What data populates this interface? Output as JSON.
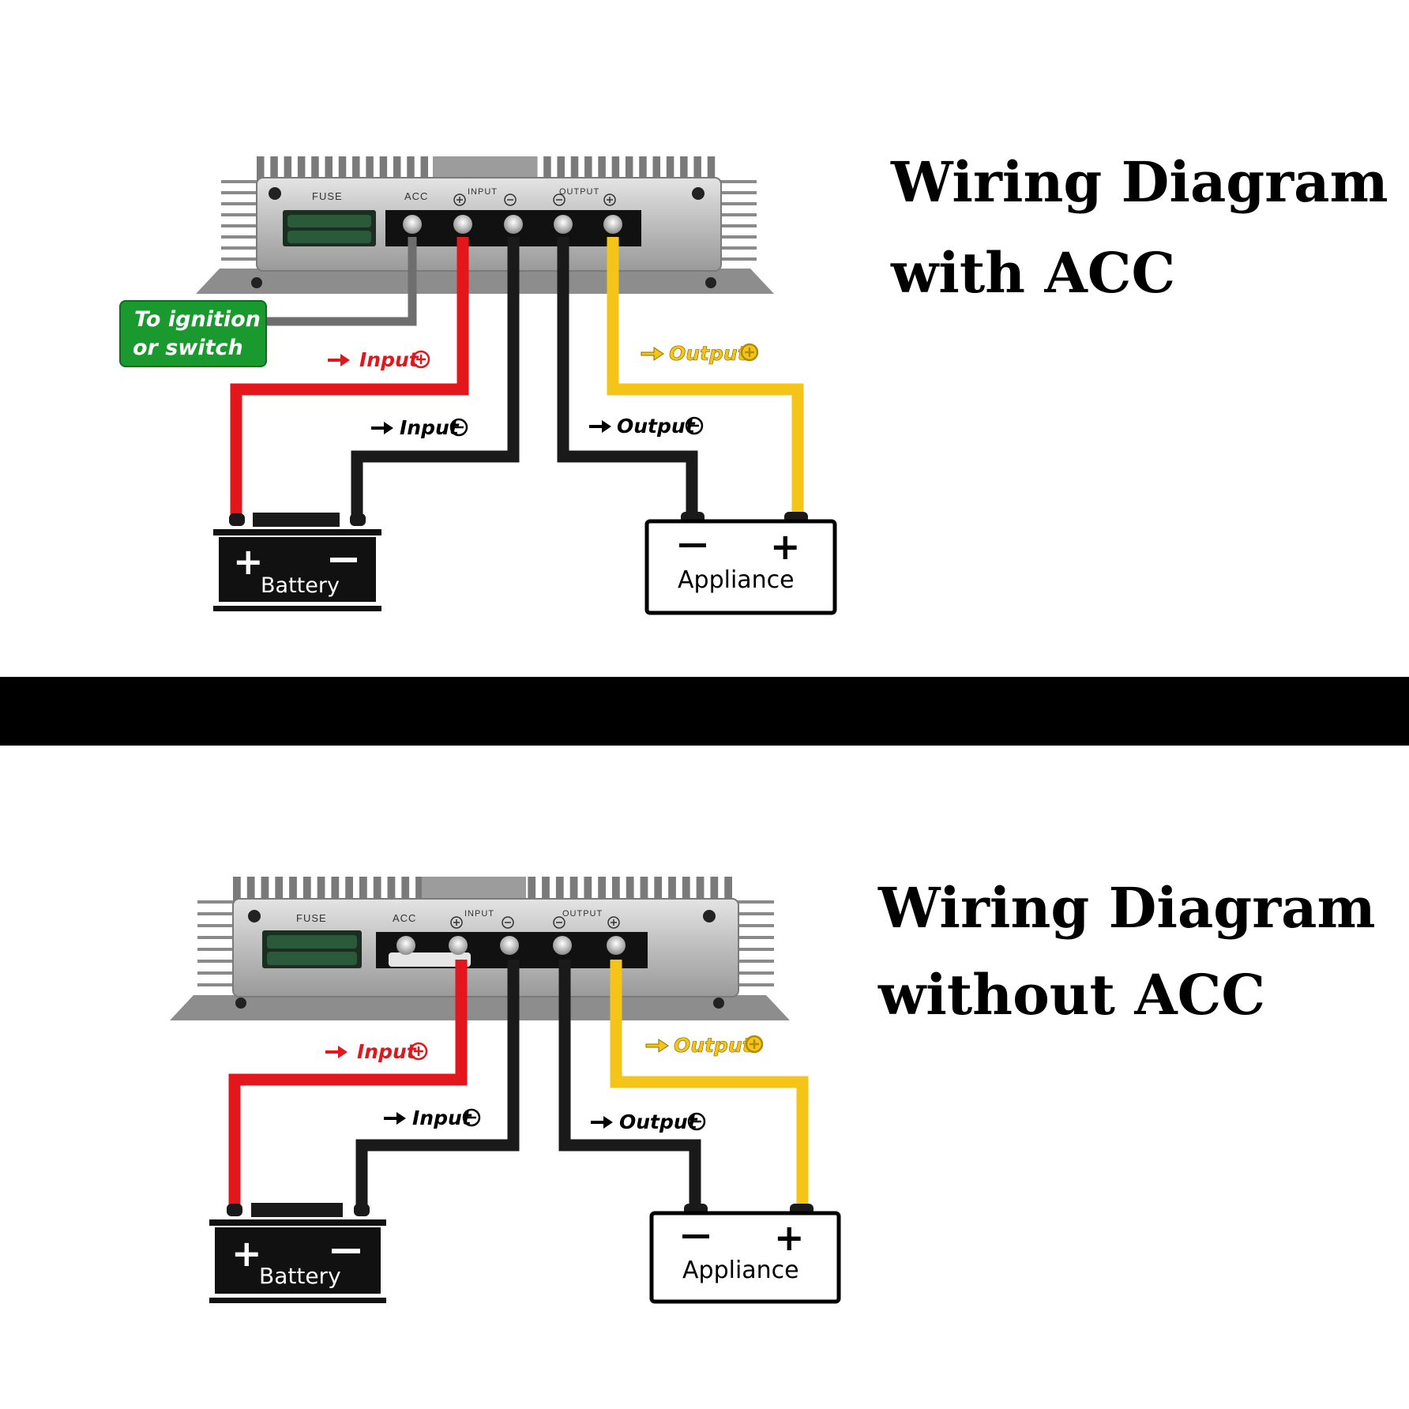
{
  "diagrams": [
    {
      "title_line1": "Wiring Diagram",
      "title_line2": "with ACC",
      "fuse_label": "FUSE",
      "terminal_labels": {
        "acc": "ACC",
        "input": "INPUT",
        "output": "OUTPUT"
      },
      "ignition_label_line1": "To ignition",
      "ignition_label_line2": "or switch",
      "input_pos_label": "Input",
      "input_neg_label": "Input",
      "output_pos_label": "Output",
      "output_neg_label": "Output",
      "battery_label": "Battery",
      "appliance_label": "Appliance"
    },
    {
      "title_line1": "Wiring Diagram",
      "title_line2": "without ACC",
      "fuse_label": "FUSE",
      "terminal_labels": {
        "acc": "ACC",
        "input": "INPUT",
        "output": "OUTPUT"
      },
      "input_pos_label": "Input",
      "input_neg_label": "Input",
      "output_pos_label": "Output",
      "output_neg_label": "Output",
      "battery_label": "Battery",
      "appliance_label": "Appliance"
    }
  ],
  "colors": {
    "positive_wire": "#e3161c",
    "negative_wire": "#1a1a1a",
    "output_wire": "#f4c518",
    "acc_wire": "#6e6e6e",
    "ignition_badge": "#1a9a2e",
    "divider": "#000000"
  },
  "icons": [
    "arrow-right-icon",
    "plus-circle-icon",
    "minus-circle-icon",
    "heatsink-fins",
    "fuse-icon",
    "terminal-screw-icon"
  ]
}
